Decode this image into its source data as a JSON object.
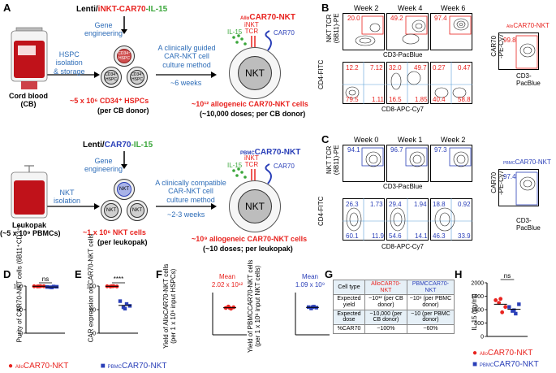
{
  "panels": {
    "A": "A",
    "B": "B",
    "C": "C",
    "D": "D",
    "E": "E",
    "F": "F",
    "G": "G",
    "H": "H"
  },
  "panelA": {
    "top": {
      "vector_lenti": "Lenti/",
      "vector_inkt": "iNKT",
      "vector_car": "-CAR70",
      "vector_il15": "-IL-15",
      "gene_eng": [
        "Gene",
        "engineering"
      ],
      "source": [
        "Cord blood",
        "(CB)"
      ],
      "isolation": [
        "HSPC",
        "isolation",
        "& storage"
      ],
      "cd34_cells": [
        "CD34⁺",
        "HSPC"
      ],
      "method": [
        "A clinically guided",
        "CAR-NKT cell",
        "culture method"
      ],
      "duration": "~6 weeks",
      "product_prefix": "Allo",
      "product_name": "CAR70-NKT",
      "il15_label": "IL-15",
      "inkt_tcr": [
        "iNKT",
        "TCR"
      ],
      "car_label": "CAR70",
      "nkt_label": "NKT",
      "input_count": "~5 x 10⁶ CD34⁺ HSPCs",
      "input_note": "(per CB donor)",
      "output_count": "~10¹² allogeneic CAR70-NKT cells",
      "output_note": "(~10,000 doses; per CB donor)"
    },
    "bottom": {
      "vector_lenti": "Lenti/",
      "vector_car": "CAR70",
      "vector_il15": "-IL-15",
      "gene_eng": [
        "Gene",
        "engineering"
      ],
      "source": [
        "Leukopak",
        "(~5 x 10⁹ PBMCs)"
      ],
      "isolation": [
        "NKT",
        "isolation"
      ],
      "cell_label": "NKT",
      "method": [
        "A clinically compatible",
        "CAR-NKT cell",
        "culture method"
      ],
      "duration": "~2-3 weeks",
      "product_prefix": "PBMC",
      "product_name": "CAR70-NKT",
      "il15_label": "IL-15",
      "inkt_tcr": [
        "iNKT",
        "TCR"
      ],
      "car_label": "CAR70",
      "nkt_label": "NKT",
      "input_count": "~1 x 10⁶ NKT cells",
      "input_note": "(per leukopak)",
      "output_count": "~10⁹ allogeneic CAR70-NKT cells",
      "output_note": "(~10 doses; per leukopak)"
    }
  },
  "panelB": {
    "weeks": [
      "Week 2",
      "Week 4",
      "Week 6"
    ],
    "top_values": [
      "20.0",
      "49.2",
      "97.4"
    ],
    "y_top": [
      "NKT TCR",
      "(6B11)-PE"
    ],
    "x_top": "CD3-PacBlue",
    "bottom_quads": [
      [
        "12.2",
        "7.12",
        "79.5",
        "1.11"
      ],
      [
        "32.0",
        "49.7",
        "16.5",
        "1.85"
      ],
      [
        "0.27",
        "0.47",
        "40.4",
        "58.8"
      ]
    ],
    "y_bottom": "CD4-FITC",
    "x_bottom": "CD8-APC-Cy7",
    "side_title_prefix": "Allo",
    "side_title": "CAR70-NKT",
    "side_value": "99.8",
    "side_y": [
      "CAR70",
      "-PE-Cy7"
    ],
    "side_x": [
      "CD3-",
      "PacBlue"
    ]
  },
  "panelC": {
    "weeks": [
      "Week 0",
      "Week 1",
      "Week 2"
    ],
    "top_values": [
      "94.1",
      "96.7",
      "97.3"
    ],
    "y_top": [
      "NKT TCR",
      "(6B11)-PE"
    ],
    "x_top": "CD3-PacBlue",
    "bottom_quads": [
      [
        "26.3",
        "1.73",
        "60.1",
        "11.9"
      ],
      [
        "29.4",
        "1.94",
        "54.6",
        "14.1"
      ],
      [
        "18.8",
        "0.92",
        "46.3",
        "33.9"
      ]
    ],
    "y_bottom": "CD4-FITC",
    "x_bottom": "CD8-APC-Cy7",
    "side_title_prefix": "PBMC",
    "side_title": "CAR70-NKT",
    "side_value": "97.4",
    "side_y": [
      "CAR70",
      "-PE-Cy7"
    ],
    "side_x": [
      "CD3-",
      "PacBlue"
    ]
  },
  "chart_data": [
    {
      "panel": "D",
      "type": "scatter",
      "ylabel": "Purity of CAR70-NKT cells (6B11⁺CD3⁺)",
      "yticks": [
        "0",
        "50",
        "100"
      ],
      "ylim": [
        0,
        100
      ],
      "categories": [
        "AlloCAR70-NKT",
        "PBMCCAR70-NKT"
      ],
      "series": [
        {
          "name": "AlloCAR70-NKT",
          "color": "#e8231f",
          "values": [
            99.5,
            99.2,
            99.8,
            99.6,
            99.4
          ]
        },
        {
          "name": "PBMCCAR70-NKT",
          "color": "#2a3fb8",
          "values": [
            98.0,
            97.5,
            99.0,
            98.5,
            97.0
          ]
        }
      ],
      "significance": "ns"
    },
    {
      "panel": "E",
      "type": "scatter",
      "ylabel": "CAR expression on CAR70-NKT cells",
      "yticks": [
        "0",
        "50",
        "100"
      ],
      "ylim": [
        0,
        100
      ],
      "categories": [
        "AlloCAR70-NKT",
        "PBMCCAR70-NKT"
      ],
      "series": [
        {
          "name": "AlloCAR70-NKT",
          "color": "#e8231f",
          "values": [
            99.5,
            99.0,
            99.8,
            99.2,
            99.6
          ]
        },
        {
          "name": "PBMCCAR70-NKT",
          "color": "#2a3fb8",
          "values": [
            68,
            55,
            62,
            58,
            52
          ]
        }
      ],
      "significance": "****"
    },
    {
      "panel": "F1",
      "type": "scatter",
      "ylabel": "Yield of AlloCAR70-NKT cells (per 1 x 10⁶ input HSPCs)",
      "mean_label": "Mean",
      "mean_value": "2.02 x 10¹²",
      "color": "#e8231f",
      "values": [
        2.0,
        2.1,
        1.95,
        2.05,
        2.0
      ]
    },
    {
      "panel": "F2",
      "type": "scatter",
      "ylabel": "Yield of PBMCCAR70-NKT cells (per 1 x 10⁶ input NKT cells)",
      "mean_label": "Mean",
      "mean_value": "1.09 x 10⁹",
      "color": "#2a3fb8",
      "values": [
        1.1,
        1.05,
        1.12,
        1.08,
        1.1
      ]
    },
    {
      "panel": "H",
      "type": "scatter",
      "ylabel": "IL-15 (pg/ml)",
      "yticks": [
        "0",
        "500",
        "1000",
        "1500",
        "2000"
      ],
      "ylim": [
        0,
        2000
      ],
      "categories": [
        "AlloCAR70-NKT",
        "PBMCCAR70-NKT"
      ],
      "series": [
        {
          "name": "AlloCAR70-NKT",
          "color": "#e8231f",
          "values": [
            1350,
            1250,
            900,
            1100,
            1400
          ]
        },
        {
          "name": "PBMCCAR70-NKT",
          "color": "#2a3fb8",
          "values": [
            1100,
            950,
            850,
            1200,
            980
          ]
        }
      ],
      "significance": "ns"
    }
  ],
  "panelG": {
    "head": [
      "Cell type",
      "AlloCAR70-NKT",
      "PBMCCAR70-NKT"
    ],
    "rows": [
      [
        "Expected yield",
        "~10¹² (per CB donor)",
        "~10⁹ (per PBMC donor)"
      ],
      [
        "Expected dose",
        "~10,000 (per CB donor)",
        "~10 (per PBMC donor)"
      ],
      [
        "%CAR70",
        "~100%",
        "~60%"
      ]
    ]
  },
  "legend": {
    "allo_prefix": "Allo",
    "pbmc_prefix": "PBMC",
    "name": "CAR70-NKT"
  },
  "colors": {
    "red": "#e8231f",
    "blue": "#2a3fb8",
    "green": "#3aa63a",
    "gene_blue": "#2e6db8"
  }
}
